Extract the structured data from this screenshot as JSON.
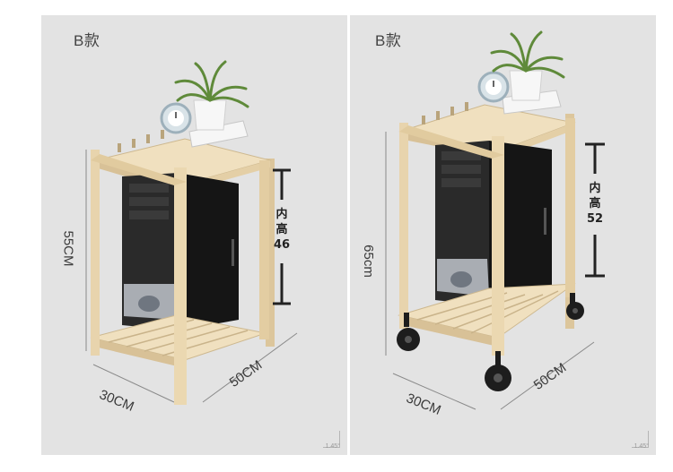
{
  "panels": [
    {
      "title": "B款",
      "height_label": "55CM",
      "depth_label": "30CM",
      "width_label": "50CM",
      "inner_line1": "内",
      "inner_line2": "高",
      "inner_value": "46",
      "watermark": "1.45°"
    },
    {
      "title": "B款",
      "height_label": "65cm",
      "depth_label": "30CM",
      "width_label": "50CM",
      "inner_line1": "内",
      "inner_line2": "高",
      "inner_value": "52",
      "watermark": "1.45°"
    }
  ],
  "colors": {
    "background": "#e3e3e3",
    "wood": "#ecd9b4",
    "wood_dark": "#cdb88f",
    "pc_case": "#1e1e1e",
    "dimension_line": "#222222"
  }
}
